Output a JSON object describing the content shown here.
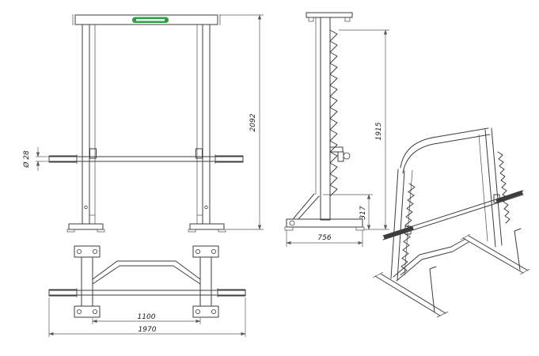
{
  "colors": {
    "brand_green": "#2f9e44",
    "line": "#3d3d3d",
    "dimension": "#5a5a5a"
  },
  "views": {
    "front": {
      "dim_overall_height": "2092",
      "dim_bar_diameter": "Ø 28"
    },
    "side": {
      "dim_base_depth": "756",
      "dim_rail_height": "1915",
      "dim_catch_height": "317"
    },
    "plan": {
      "dim_post_spacing": "1100",
      "dim_overall_width": "1970"
    }
  }
}
